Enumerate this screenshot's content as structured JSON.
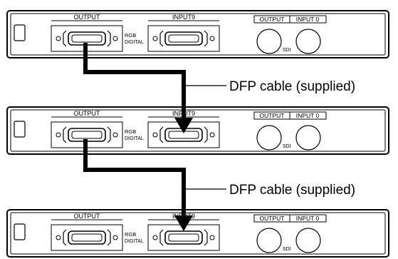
{
  "units": [
    {
      "left_group_label": "OUTPUT",
      "middle_group_label": "INPUT9",
      "connector_caption_line1": "RGB",
      "connector_caption_line2": "DIGITAL",
      "sdi_output_label": "OUTPUT",
      "sdi_input_label": "INPUT 0",
      "sdi_caption": "SDI"
    },
    {
      "left_group_label": "OUTPUT",
      "middle_group_label": "INPUT9",
      "connector_caption_line1": "RGB",
      "connector_caption_line2": "DIGITAL",
      "sdi_output_label": "OUTPUT",
      "sdi_input_label": "INPUT 0",
      "sdi_caption": "SDI"
    },
    {
      "left_group_label": "OUTPUT",
      "middle_group_label": "INPUT9",
      "connector_caption_line1": "RGB",
      "connector_caption_line2": "DIGITAL",
      "sdi_output_label": "OUTPUT",
      "sdi_input_label": "INPUT 0",
      "sdi_caption": "SDI"
    }
  ],
  "cables": [
    {
      "label": "DFP cable (supplied)"
    },
    {
      "label": "DFP cable (supplied)"
    }
  ],
  "colors": {
    "line": "#000000",
    "background": "#ffffff"
  }
}
